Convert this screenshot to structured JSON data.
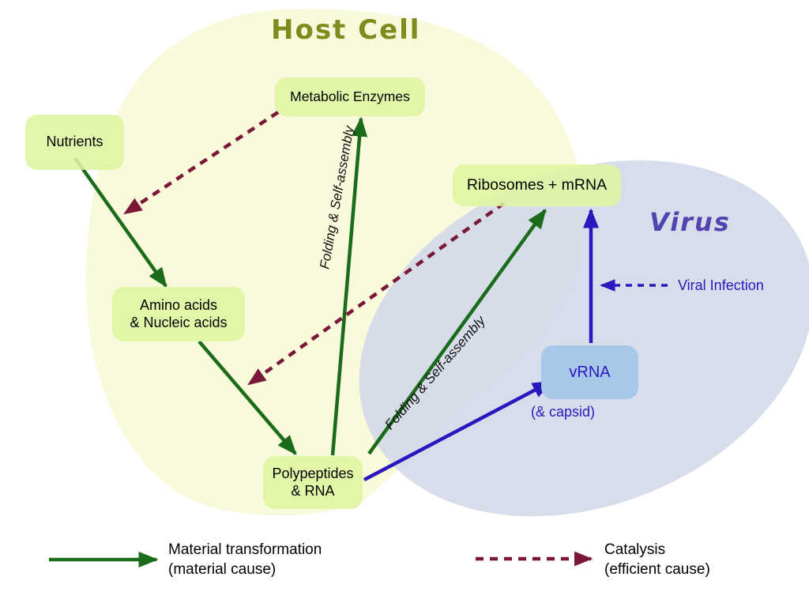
{
  "diagram": {
    "host_cell_title": "Host Cell",
    "virus_title": "Virus",
    "nodes": {
      "metabolic_enzymes": {
        "label": "Metabolic Enzymes"
      },
      "nutrients": {
        "label": "Nutrients"
      },
      "amino_acids": {
        "line1": "Amino acids",
        "line2": "& Nucleic acids"
      },
      "polypeptides": {
        "line1": "Polypeptides",
        "line2": "& RNA"
      },
      "ribosomes": {
        "label": "Ribosomes + mRNA"
      },
      "vrna": {
        "label": "vRNA",
        "sublabel": "(& capsid)"
      }
    },
    "edge_labels": {
      "folding_1": "Folding & Self-assembly",
      "folding_2": "Folding & Self-assembly",
      "viral_infection": "Viral Infection"
    },
    "legend": {
      "material": {
        "line1": "Material transformation",
        "line2": "(material cause)"
      },
      "catalysis": {
        "line1": "Catalysis",
        "line2": "(efficient cause)"
      }
    },
    "colors": {
      "host_cell_fill": "#f9f9dc",
      "virus_fill": "#d4dae8",
      "node_fill": "#def5a0",
      "vrna_fill": "#a8c8ea",
      "material_arrow": "#1a6b1a",
      "catalysis_arrow": "#7b1737",
      "virus_arrow": "#2a18bf",
      "host_title_color": "#7e8c1e",
      "virus_title_color": "#5243b0"
    }
  }
}
